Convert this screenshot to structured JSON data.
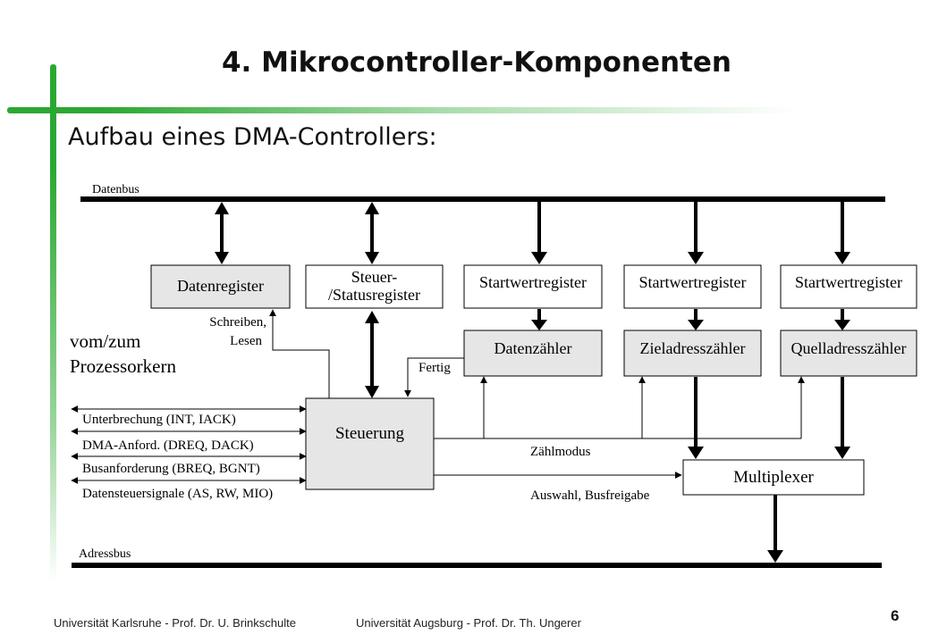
{
  "header": {
    "title": "4. Mikrocontroller-Komponenten",
    "subtitle": "Aufbau eines DMA-Controllers:"
  },
  "diagram": {
    "buses": {
      "data_bus": "Datenbus",
      "address_bus": "Adressbus"
    },
    "processor_label_line1": "vom/zum",
    "processor_label_line2": "Prozessorkern",
    "blocks": {
      "datenregister": "Datenregister",
      "steuer_line1": "Steuer-",
      "steuer_line2": "/Statusregister",
      "startwert_1": "Startwertregister",
      "startwert_2": "Startwertregister",
      "startwert_3": "Startwertregister",
      "datenzaehler": "Datenzähler",
      "zieladresszaehler": "Zieladresszähler",
      "quelladresszaehler": "Quelladresszähler",
      "steuerung": "Steuerung",
      "multiplexer": "Multiplexer"
    },
    "labels": {
      "schreiben": "Schreiben,",
      "lesen": "Lesen",
      "fertig": "Fertig",
      "zaehlmodus": "Zählmodus",
      "auswahl": "Auswahl, Busfreigabe"
    },
    "signals": [
      "Unterbrechung (INT, IACK)",
      "DMA-Anford. (DREQ, DACK)",
      "Busanforderung (BREQ, BGNT)",
      "Datensteuersignale (AS, RW, MIO)"
    ]
  },
  "footer": {
    "left": "Universität Karlsruhe  -  Prof. Dr. U. Brinkschulte",
    "right": "Universität Augsburg - Prof. Dr. Th. Ungerer",
    "page": "6"
  }
}
